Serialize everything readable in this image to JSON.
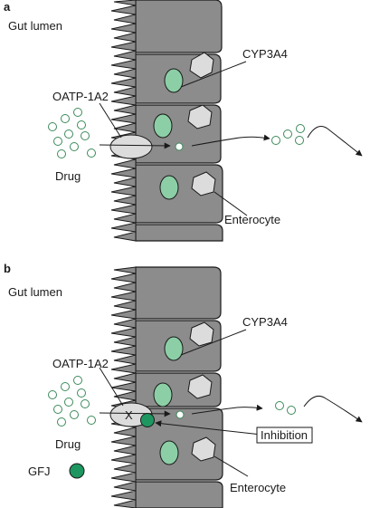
{
  "panels": [
    {
      "letter": "a",
      "lumen_label": "Gut lumen",
      "cyp_label": "CYP3A4",
      "oatp_label": "OATP-1A2",
      "drug_label": "Drug",
      "enterocyte_label": "Enterocyte"
    },
    {
      "letter": "b",
      "lumen_label": "Gut lumen",
      "cyp_label": "CYP3A4",
      "oatp_label": "OATP-1A2",
      "drug_label": "Drug",
      "enterocyte_label": "Enterocyte",
      "inhibition_label": "Inhibition",
      "gfj_label": "GFJ",
      "block_mark": "X"
    }
  ],
  "colors": {
    "cell_fill": "#8c8c8c",
    "nucleus": "#8ccfa6",
    "gfj": "#1e9660",
    "vacuole": "#dcdcdc",
    "drug_outline": "#3c8a5a"
  }
}
